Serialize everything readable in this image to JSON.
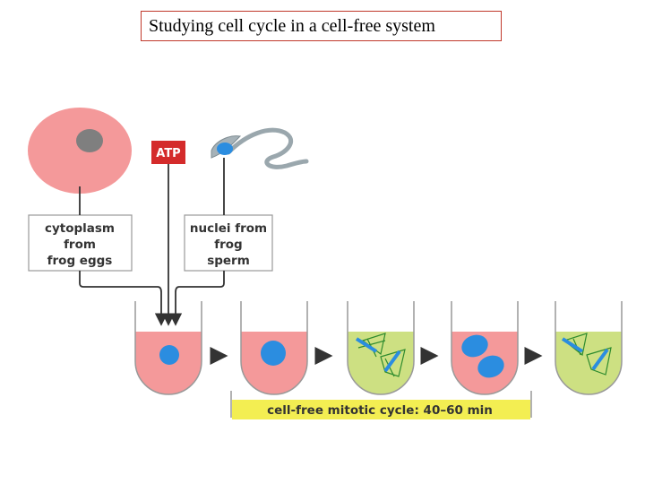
{
  "title": "Studying cell cycle in a cell-free system",
  "diagram": {
    "atp_label": "ATP",
    "cytoplasm_label": [
      "cytoplasm",
      "from",
      "frog eggs"
    ],
    "nuclei_label": [
      "nuclei from",
      "frog",
      "sperm"
    ],
    "timeline_label": "cell-free mitotic cycle: 40–60 min"
  },
  "colors": {
    "egg": "#f4999a",
    "nucleus_gray": "#7f7f7f",
    "atp_red": "#d42b2b",
    "blue_nucleus": "#2b8de0",
    "pink_fluid": "#f4999a",
    "green_fluid": "#cde082",
    "timeline_bar": "#f3ee52"
  }
}
